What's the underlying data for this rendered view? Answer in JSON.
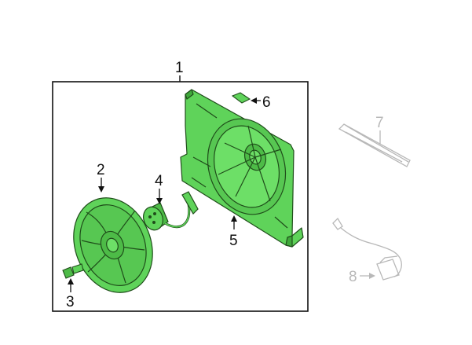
{
  "callouts": {
    "assembly": "1",
    "fan_blade": "2",
    "bolt": "3",
    "motor": "4",
    "shroud": "5",
    "label": "6",
    "bracket": "7",
    "resistor": "8"
  },
  "colors": {
    "part_fill": "#5fd35a",
    "part_stroke": "#1f4d1a",
    "frame": "#111111",
    "faded": "#b8b8b8"
  }
}
